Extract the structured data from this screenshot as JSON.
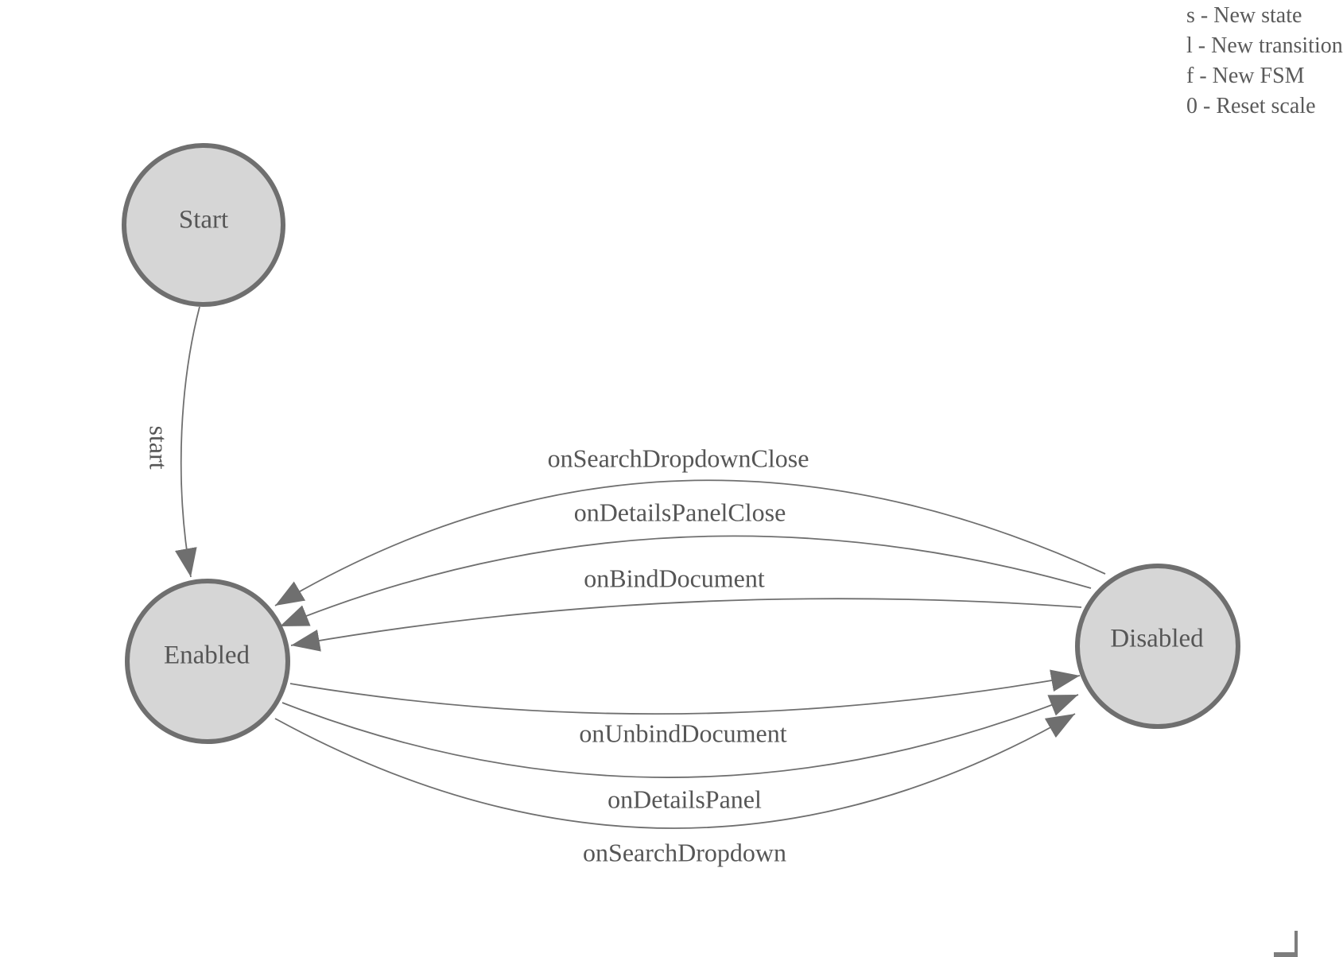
{
  "colors": {
    "background": "#ffffff",
    "node_fill": "#d6d6d6",
    "node_stroke": "#6f6f6f",
    "edge_stroke": "#6f6f6f",
    "arrow_fill": "#6f6f6f",
    "label_text": "#565656",
    "legend_text": "#5a5a5a",
    "corner": "#7d7d7d"
  },
  "legend": {
    "lines": [
      "s - New state",
      "l - New transition",
      "f - New FSM",
      "0 - Reset scale"
    ]
  },
  "nodes": {
    "start": {
      "label": "Start"
    },
    "enabled": {
      "label": "Enabled"
    },
    "disabled": {
      "label": "Disabled"
    }
  },
  "edges": {
    "start": {
      "label": "start",
      "from": "Start",
      "to": "Enabled"
    },
    "disabled_to_enabled": [
      {
        "label": "onSearchDropdownClose"
      },
      {
        "label": "onDetailsPanelClose"
      },
      {
        "label": "onBindDocument"
      }
    ],
    "enabled_to_disabled": [
      {
        "label": "onUnbindDocument"
      },
      {
        "label": "onDetailsPanel"
      },
      {
        "label": "onSearchDropdown"
      }
    ]
  }
}
